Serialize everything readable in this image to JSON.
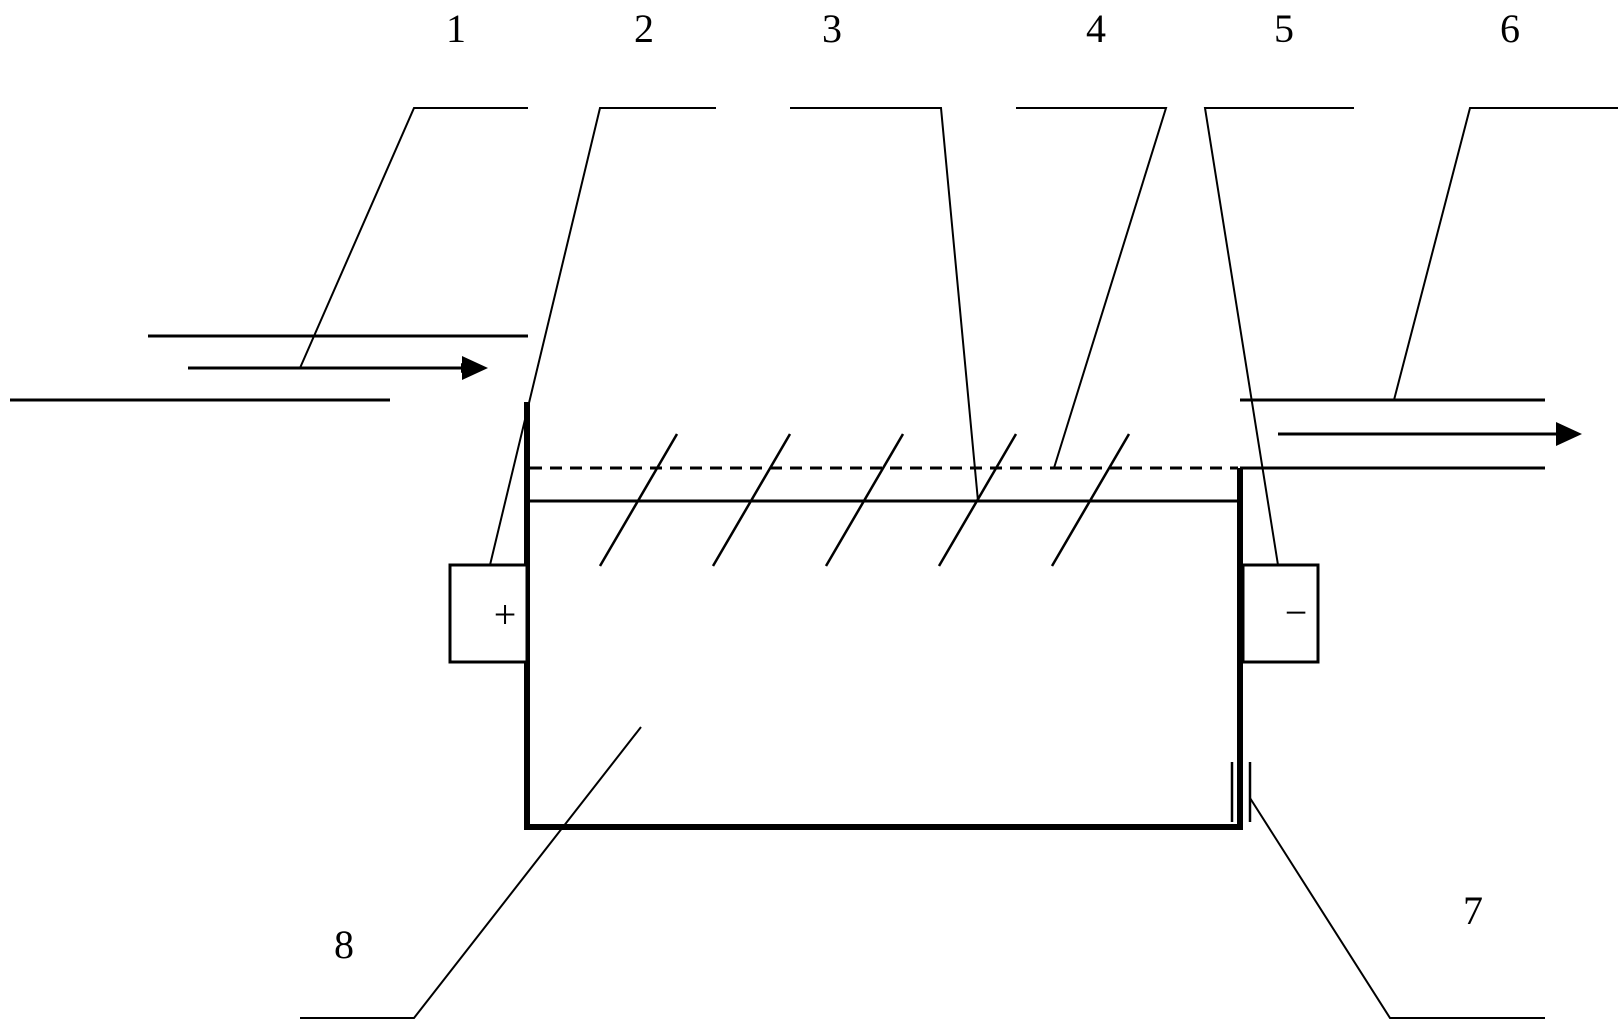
{
  "labels": {
    "l1": "1",
    "l2": "2",
    "l3": "3",
    "l4": "4",
    "l5": "5",
    "l6": "6",
    "l7": "7",
    "l8": "8"
  },
  "electrodes": {
    "positive_sign": "+",
    "negative_sign": "−"
  },
  "colors": {
    "line": "#000000",
    "background": "#ffffff"
  }
}
